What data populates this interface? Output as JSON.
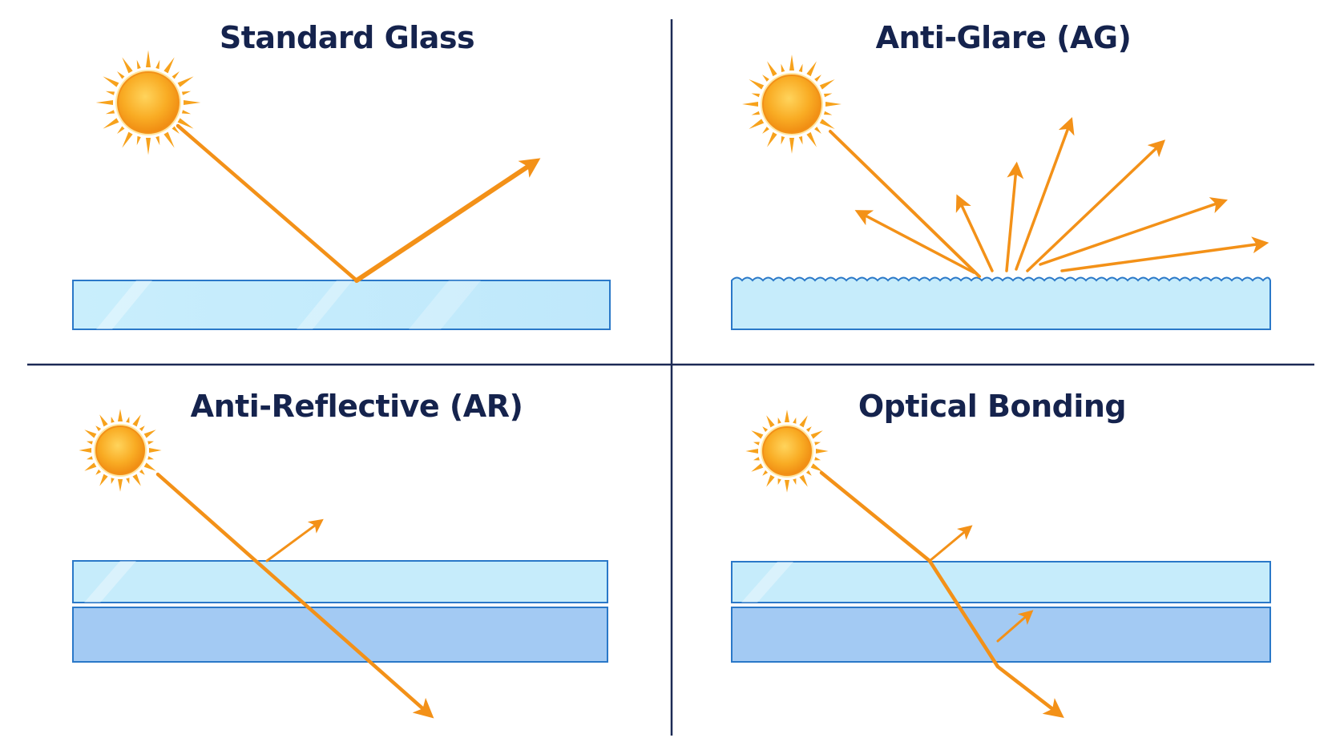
{
  "colors": {
    "background": "#ffffff",
    "divider": "#1c2a55",
    "title": "#15234d",
    "ray": "#f39118",
    "sun_core": "#f7a21c",
    "sun_glow": "#ffd45c",
    "glass_fill": "#c6ecfb",
    "glass_stroke": "#2a78c8",
    "display_fill": "#a3caf3"
  },
  "panels": [
    {
      "id": "standard-glass",
      "title": "Standard Glass",
      "icon": "sun-icon"
    },
    {
      "id": "anti-glare",
      "title": "Anti-Glare (AG)",
      "icon": "sun-icon"
    },
    {
      "id": "anti-reflective",
      "title": "Anti-Reflective (AR)",
      "icon": "sun-icon"
    },
    {
      "id": "optical-bonding",
      "title": "Optical Bonding",
      "icon": "sun-icon"
    }
  ]
}
